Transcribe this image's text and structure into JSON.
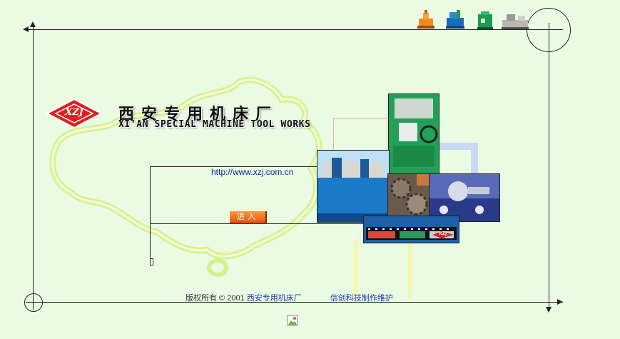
{
  "company": {
    "name_cn": "西安专用机床厂",
    "name_en": "XI'AN SPECIAL MACHINE TOOL WORKS",
    "logo_text": "XZJ",
    "url": "http://www.xzj.com.cn"
  },
  "enter_button": {
    "label": "进入"
  },
  "footer": {
    "copyright": "版权所有 © 2001",
    "company_link": "西安专用机床厂",
    "maker": "信创科技制作维护"
  },
  "film_strip_label": "XZJ",
  "colors": {
    "background": "#e9fbe3",
    "map_outline": "#d9f2a0",
    "logo_red": "#d81818",
    "button_orange": "#f07a20",
    "link_blue": "#0b2a9a",
    "machine_green": "#1a9a4a",
    "machine_blue": "#1a6ab8"
  },
  "icons": [
    "machine-thumb-orange-icon",
    "machine-thumb-blue-icon",
    "machine-thumb-green-icon",
    "machine-thumb-gray-icon",
    "broken-image-icon"
  ]
}
